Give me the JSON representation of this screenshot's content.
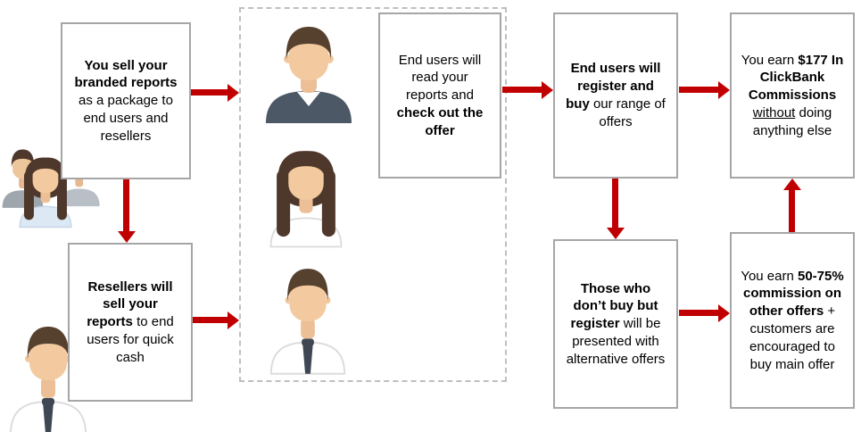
{
  "colors": {
    "arrow": "#c00000",
    "box_border": "#a6a6a6",
    "dashed_border": "#bfbfbf",
    "skin": "#f3ca9f",
    "hair": "#56402e",
    "jacket": "#4d5866"
  },
  "boxes": {
    "sell_reports": {
      "segments": [
        {
          "text": "You sell your branded reports",
          "bold": true
        },
        {
          "text": " as a package to end users and resellers"
        }
      ]
    },
    "resellers": {
      "segments": [
        {
          "text": "Resellers will sell your reports",
          "bold": true
        },
        {
          "text": " to end users for quick cash"
        }
      ]
    },
    "read_reports": {
      "segments": [
        {
          "text": "End users will read your reports and "
        },
        {
          "text": "check out the offer",
          "bold": true
        }
      ]
    },
    "register_buy": {
      "segments": [
        {
          "text": "End users will register and buy",
          "bold": true
        },
        {
          "text": " our range of offers"
        }
      ]
    },
    "earn_177": {
      "segments": [
        {
          "text": "You earn "
        },
        {
          "text": "$177 In ClickBank Commissions",
          "bold": true
        },
        {
          "text": " "
        },
        {
          "text": "without",
          "underline": true
        },
        {
          "text": " doing anything else"
        }
      ]
    },
    "dont_buy": {
      "segments": [
        {
          "text": "Those who don’t buy but register",
          "bold": true
        },
        {
          "text": " will be presented with alternative offers"
        }
      ]
    },
    "earn_commission": {
      "segments": [
        {
          "text": "You earn "
        },
        {
          "text": "50-75% commission on other offers",
          "bold": true
        },
        {
          "text": " + customers are encouraged to buy main offer"
        }
      ]
    }
  },
  "icons": [
    {
      "name": "group-avatar"
    },
    {
      "name": "reseller-man-avatar"
    },
    {
      "name": "end-user-man-suit-avatar"
    },
    {
      "name": "end-user-woman-avatar"
    },
    {
      "name": "end-user-man-tie-avatar"
    }
  ]
}
